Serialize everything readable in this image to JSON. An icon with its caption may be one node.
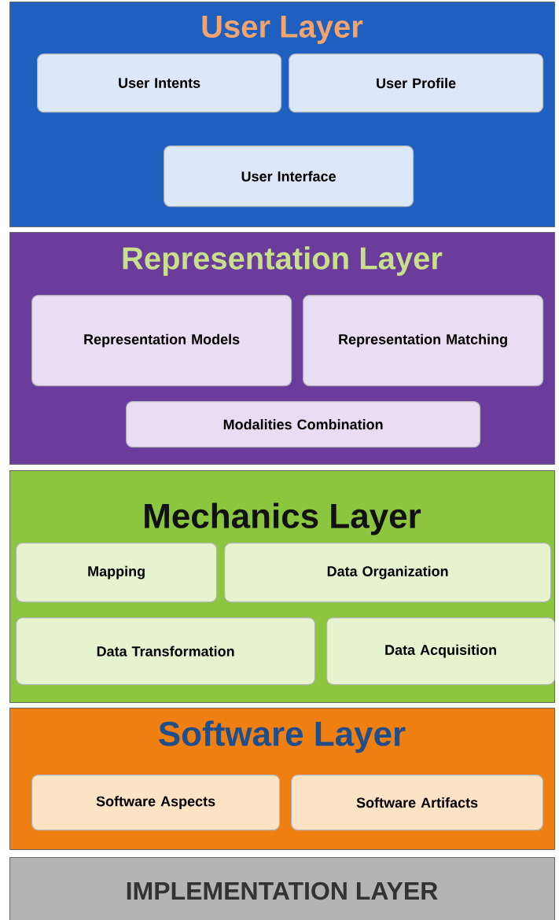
{
  "diagram": {
    "nodes": [
      {
        "text": [
          "User Layer"
        ]
      },
      {
        "text": [
          "User Intents"
        ],
        "in": 0
      },
      {
        "text": [
          "User Profile"
        ],
        "in": 0
      },
      {
        "text": [
          "User Interface"
        ],
        "in": 0
      },
      {
        "text": [
          "Representation Layer"
        ]
      },
      {
        "text": [
          "Representation Models"
        ],
        "in": 4
      },
      {
        "text": [
          "Representation Matching"
        ],
        "in": 4
      },
      {
        "text": [
          "Modalities Combination"
        ],
        "in": 4
      },
      {
        "text": [
          "Mechanics Layer"
        ]
      },
      {
        "text": [
          "Mapping"
        ],
        "in": 8
      },
      {
        "text": [
          "Data Organization"
        ],
        "in": 8
      },
      {
        "text": [
          "Data Transformation"
        ],
        "in": 8
      },
      {
        "text": [
          "Data Acquisition"
        ],
        "in": 8
      },
      {
        "text": [
          "Software Layer"
        ]
      },
      {
        "text": [
          "Software Aspects"
        ],
        "in": 13
      },
      {
        "text": [
          "Software Artifacts"
        ],
        "in": 13
      },
      {
        "text": [
          "IMPLEMENTATION LAYER"
        ]
      }
    ]
  }
}
